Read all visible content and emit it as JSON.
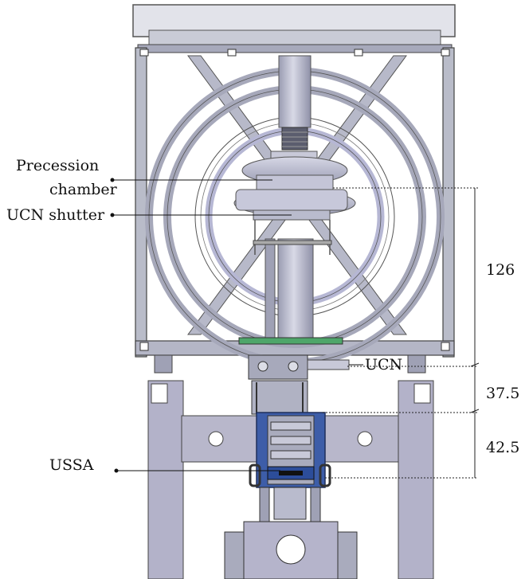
{
  "labels": {
    "precession_line1": "Precession",
    "precession_line2": "chamber",
    "ucn_shutter": "UCN shutter",
    "ucn": "UCN",
    "ussa": "USSA"
  },
  "dimensions": {
    "d1": "126",
    "d2": "37.5",
    "d3": "42.5"
  },
  "colors": {
    "frame": "#b9bcc9",
    "frame_dark": "#6f7282",
    "ring": "#b4b6c6",
    "steel": "#a9abbd",
    "chamber": "#c2c3d6",
    "blue": "#3d5da8",
    "leg": "#b3b2c9"
  }
}
